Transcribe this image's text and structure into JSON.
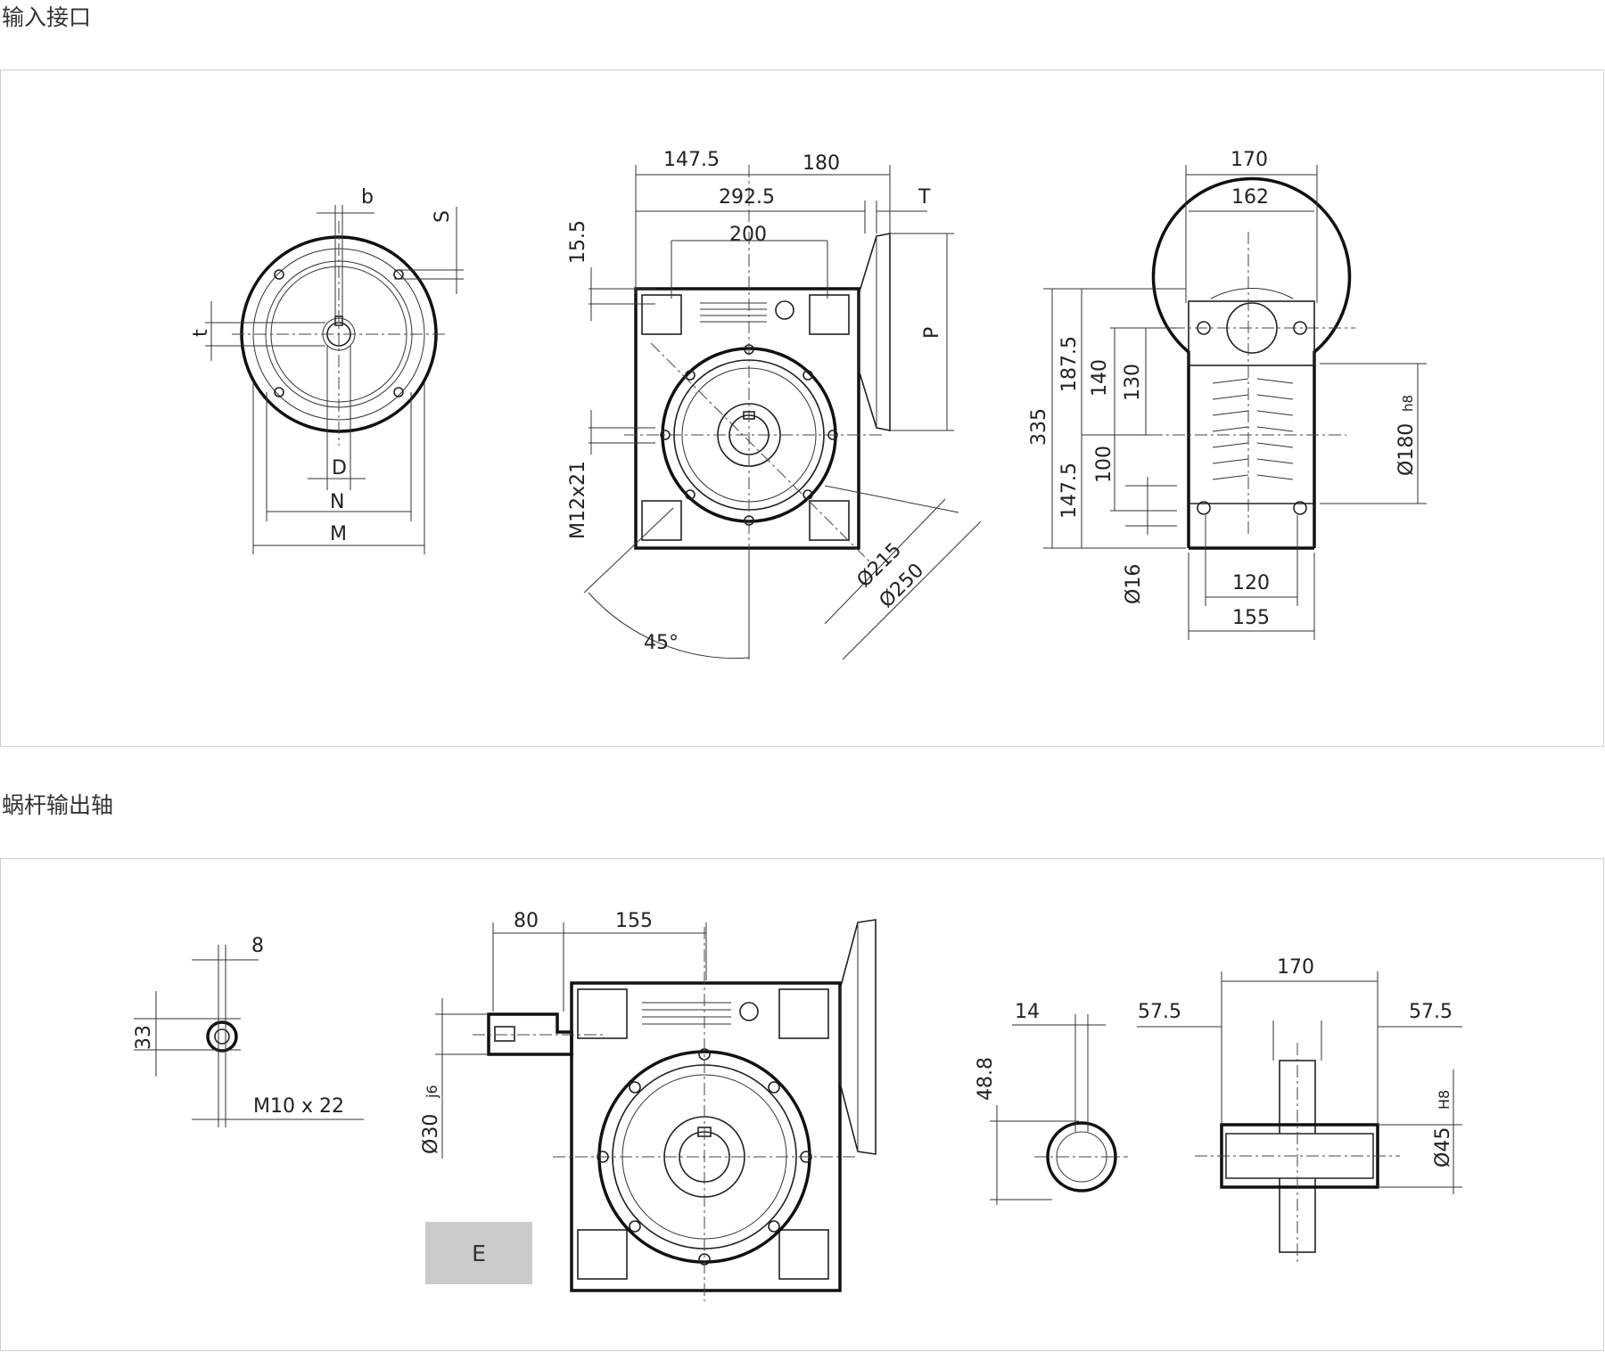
{
  "sections": [
    {
      "title": "输入接口"
    },
    {
      "title": "蜗杆输出轴"
    }
  ],
  "tag": {
    "label": "E"
  },
  "dims": {
    "d147_5": "147.5",
    "d180": "180",
    "d292_5": "292.5",
    "dT": "T",
    "d200": "200",
    "d15_5": "15.5",
    "dP": "P",
    "dM12x21": "M12x21",
    "dO215": "Ø215",
    "dO250": "Ø250",
    "d45deg": "45°",
    "db": "b",
    "dS": "S",
    "dt": "t",
    "dD": "D",
    "dN": "N",
    "dM": "M",
    "d170": "170",
    "d162": "162",
    "d335": "335",
    "d187_5": "187.5",
    "d140": "140",
    "d130": "130",
    "d147_5v": "147.5",
    "d100": "100",
    "dO16": "Ø16",
    "d120": "120",
    "d155": "155",
    "dO180": "Ø180",
    "dh8": "h8",
    "e8": "8",
    "e33": "33",
    "eM10x22": "M10 x 22",
    "e80": "80",
    "e155": "155",
    "eO30": "Ø30",
    "ej6": "j6",
    "e14": "14",
    "e48_8": "48.8",
    "e57_5a": "57.5",
    "e170": "170",
    "e57_5b": "57.5",
    "eO45": "Ø45",
    "eH8": "H8"
  }
}
